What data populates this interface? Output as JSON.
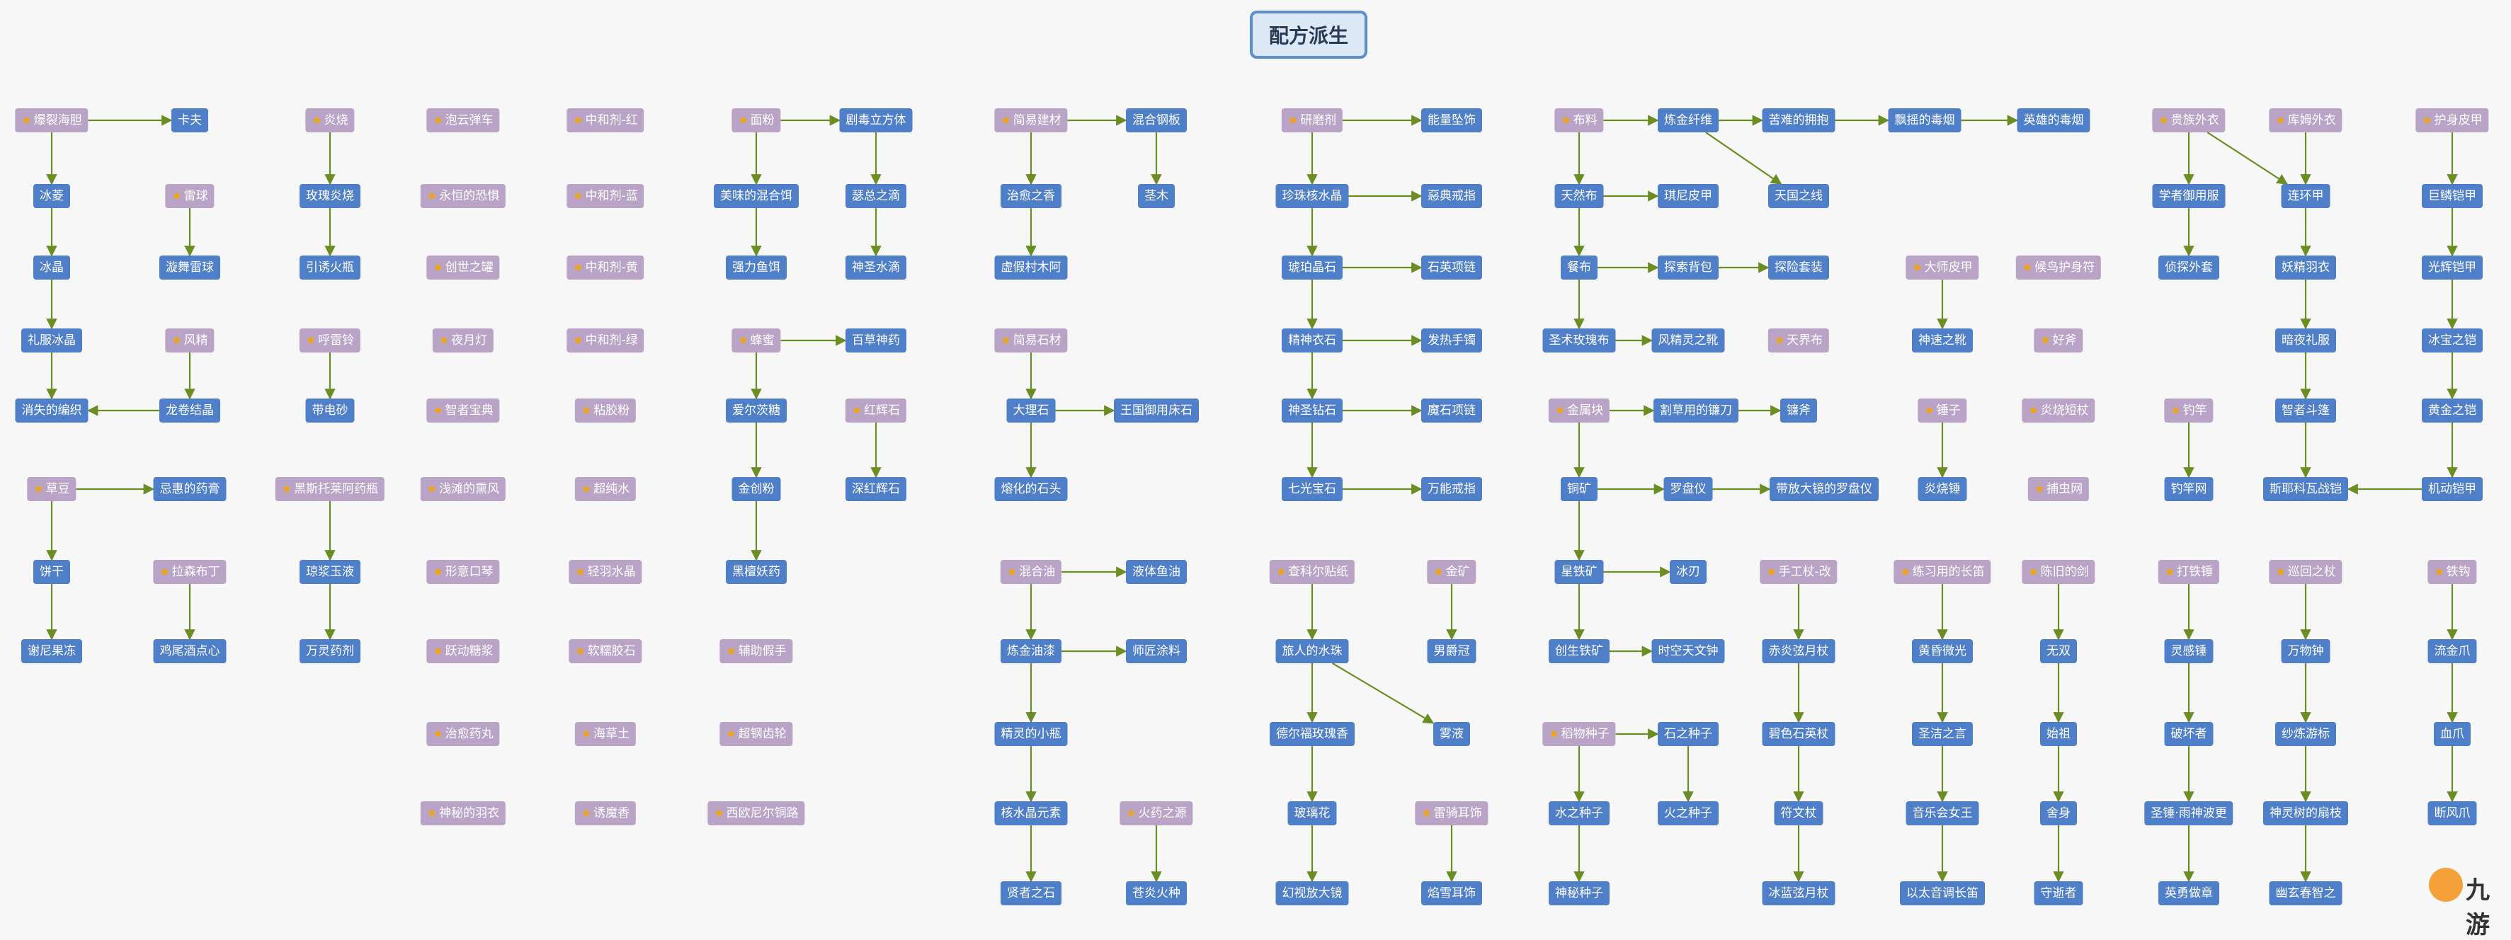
{
  "title": "配方派生",
  "colors": {
    "primary": "#4f7fc8",
    "secondary": "#b9a3c6",
    "edge": "#6b8e23",
    "star": "#f5a400"
  },
  "watermark": {
    "text": "九游",
    "icon": "nine-game-logo-icon"
  },
  "nodes": [
    {
      "id": "n1",
      "label": "爆裂海胆",
      "type": "p",
      "star": true
    },
    {
      "id": "n2",
      "label": "卡夫",
      "type": "b"
    },
    {
      "id": "n3",
      "label": "冰菱",
      "type": "b"
    },
    {
      "id": "n4",
      "label": "冰晶",
      "type": "b"
    },
    {
      "id": "n5",
      "label": "礼服冰晶",
      "type": "b"
    },
    {
      "id": "n6",
      "label": "消失的编织",
      "type": "b"
    },
    {
      "id": "n7",
      "label": "雷球",
      "type": "p",
      "star": true
    },
    {
      "id": "n8",
      "label": "漩舞雷球",
      "type": "b"
    },
    {
      "id": "n9",
      "label": "风精",
      "type": "p",
      "star": true
    },
    {
      "id": "n10",
      "label": "龙卷结晶",
      "type": "b"
    },
    {
      "id": "n11",
      "label": "草豆",
      "type": "p",
      "star": true
    },
    {
      "id": "n12",
      "label": "忌惠的药膏",
      "type": "b"
    },
    {
      "id": "n13",
      "label": "饼干",
      "type": "b"
    },
    {
      "id": "n14",
      "label": "谢尼果冻",
      "type": "b"
    },
    {
      "id": "n15",
      "label": "拉森布丁",
      "type": "p",
      "star": true
    },
    {
      "id": "n16",
      "label": "鸡尾酒点心",
      "type": "b"
    },
    {
      "id": "n17",
      "label": "炎烧",
      "type": "p",
      "star": true
    },
    {
      "id": "n18",
      "label": "玫瑰炎烧",
      "type": "b"
    },
    {
      "id": "n19",
      "label": "引诱火瓶",
      "type": "b"
    },
    {
      "id": "n20",
      "label": "呼雷铃",
      "type": "p",
      "star": true
    },
    {
      "id": "n21",
      "label": "带电砂",
      "type": "b"
    },
    {
      "id": "n22",
      "label": "黑斯托莱阿药瓶",
      "type": "p",
      "star": true
    },
    {
      "id": "n23",
      "label": "琼浆玉液",
      "type": "b"
    },
    {
      "id": "n24",
      "label": "万灵药剂",
      "type": "b"
    },
    {
      "id": "n25",
      "label": "泡云弹车",
      "type": "p",
      "star": true
    },
    {
      "id": "n26",
      "label": "永恒的恐惧",
      "type": "p",
      "star": true
    },
    {
      "id": "n27",
      "label": "创世之罐",
      "type": "p",
      "star": true
    },
    {
      "id": "n28",
      "label": "夜月灯",
      "type": "p",
      "star": true
    },
    {
      "id": "n29",
      "label": "智者宝典",
      "type": "p",
      "star": true
    },
    {
      "id": "n30",
      "label": "浅滩的熏风",
      "type": "p",
      "star": true
    },
    {
      "id": "n31",
      "label": "形意口琴",
      "type": "p",
      "star": true
    },
    {
      "id": "n32",
      "label": "跃动糖浆",
      "type": "p",
      "star": true
    },
    {
      "id": "n33",
      "label": "治愈药丸",
      "type": "p",
      "star": true
    },
    {
      "id": "n34",
      "label": "神秘的羽衣",
      "type": "p",
      "star": true
    },
    {
      "id": "n35",
      "label": "中和剂-红",
      "type": "p",
      "star": true
    },
    {
      "id": "n36",
      "label": "中和剂-蓝",
      "type": "p",
      "star": true
    },
    {
      "id": "n37",
      "label": "中和剂-黄",
      "type": "p",
      "star": true
    },
    {
      "id": "n38",
      "label": "中和剂-绿",
      "type": "p",
      "star": true
    },
    {
      "id": "n39",
      "label": "粘胶粉",
      "type": "p",
      "star": true
    },
    {
      "id": "n40",
      "label": "超纯水",
      "type": "p",
      "star": true
    },
    {
      "id": "n41",
      "label": "轻羽水晶",
      "type": "p",
      "star": true
    },
    {
      "id": "n42",
      "label": "软糯胶石",
      "type": "p",
      "star": true
    },
    {
      "id": "n43",
      "label": "海草土",
      "type": "p",
      "star": true
    },
    {
      "id": "n44",
      "label": "诱魔香",
      "type": "p",
      "star": true
    },
    {
      "id": "n45",
      "label": "面粉",
      "type": "p",
      "star": true
    },
    {
      "id": "n46",
      "label": "剧毒立方体",
      "type": "b"
    },
    {
      "id": "n47",
      "label": "美味的混合饵",
      "type": "b"
    },
    {
      "id": "n48",
      "label": "强力鱼饵",
      "type": "b"
    },
    {
      "id": "n49",
      "label": "瑟总之滴",
      "type": "b"
    },
    {
      "id": "n50",
      "label": "神圣水滴",
      "type": "b"
    },
    {
      "id": "n51",
      "label": "蜂蜜",
      "type": "p",
      "star": true
    },
    {
      "id": "n52",
      "label": "百草神药",
      "type": "b"
    },
    {
      "id": "n53",
      "label": "爱尔茨糖",
      "type": "b"
    },
    {
      "id": "n54",
      "label": "金创粉",
      "type": "b"
    },
    {
      "id": "n55",
      "label": "黑檀妖药",
      "type": "b"
    },
    {
      "id": "n56",
      "label": "红辉石",
      "type": "p",
      "star": true
    },
    {
      "id": "n57",
      "label": "深红辉石",
      "type": "b"
    },
    {
      "id": "n58",
      "label": "辅助假手",
      "type": "p",
      "star": true
    },
    {
      "id": "n59",
      "label": "超钢齿轮",
      "type": "p",
      "star": true
    },
    {
      "id": "n60",
      "label": "西欧尼尔铜路",
      "type": "p",
      "star": true
    },
    {
      "id": "n61",
      "label": "简易建材",
      "type": "p",
      "star": true
    },
    {
      "id": "n62",
      "label": "混合钢板",
      "type": "b"
    },
    {
      "id": "n63",
      "label": "治愈之香",
      "type": "b"
    },
    {
      "id": "n64",
      "label": "虚假村木阿",
      "type": "b"
    },
    {
      "id": "n65",
      "label": "茎木",
      "type": "b"
    },
    {
      "id": "n66",
      "label": "简易石材",
      "type": "p",
      "star": true
    },
    {
      "id": "n67",
      "label": "大理石",
      "type": "b"
    },
    {
      "id": "n68",
      "label": "王国御用床石",
      "type": "b"
    },
    {
      "id": "n69",
      "label": "熔化的石头",
      "type": "b"
    },
    {
      "id": "n70",
      "label": "混合油",
      "type": "p",
      "star": true
    },
    {
      "id": "n71",
      "label": "液体鱼油",
      "type": "b"
    },
    {
      "id": "n72",
      "label": "炼金油漆",
      "type": "b"
    },
    {
      "id": "n73",
      "label": "师匠涂料",
      "type": "b"
    },
    {
      "id": "n74",
      "label": "精灵的小瓶",
      "type": "b"
    },
    {
      "id": "n75",
      "label": "核水晶元素",
      "type": "b"
    },
    {
      "id": "n76",
      "label": "贤者之石",
      "type": "b"
    },
    {
      "id": "n77",
      "label": "火药之源",
      "type": "p",
      "star": true
    },
    {
      "id": "n78",
      "label": "苍炎火种",
      "type": "b"
    },
    {
      "id": "n79",
      "label": "研磨剂",
      "type": "p",
      "star": true
    },
    {
      "id": "n80",
      "label": "能量坠饰",
      "type": "b"
    },
    {
      "id": "n81",
      "label": "珍珠核水晶",
      "type": "b"
    },
    {
      "id": "n82",
      "label": "惡典戒指",
      "type": "b"
    },
    {
      "id": "n83",
      "label": "琥珀晶石",
      "type": "b"
    },
    {
      "id": "n84",
      "label": "石英项链",
      "type": "b"
    },
    {
      "id": "n85",
      "label": "精神衣石",
      "type": "b"
    },
    {
      "id": "n86",
      "label": "发热手镯",
      "type": "b"
    },
    {
      "id": "n87",
      "label": "神圣钻石",
      "type": "b"
    },
    {
      "id": "n88",
      "label": "魔石项链",
      "type": "b"
    },
    {
      "id": "n89",
      "label": "七光宝石",
      "type": "b"
    },
    {
      "id": "n90",
      "label": "万能戒指",
      "type": "b"
    },
    {
      "id": "n91",
      "label": "查科尔贴纸",
      "type": "p",
      "star": true
    },
    {
      "id": "n92",
      "label": "旅人的水珠",
      "type": "b"
    },
    {
      "id": "n93",
      "label": "德尔福玫瑰香",
      "type": "b"
    },
    {
      "id": "n94",
      "label": "玻璃花",
      "type": "b"
    },
    {
      "id": "n95",
      "label": "幻视放大镜",
      "type": "b"
    },
    {
      "id": "n96",
      "label": "金矿",
      "type": "p",
      "star": true
    },
    {
      "id": "n97",
      "label": "男爵冠",
      "type": "b"
    },
    {
      "id": "n98",
      "label": "雾液",
      "type": "b"
    },
    {
      "id": "n99",
      "label": "雷骑耳饰",
      "type": "p",
      "star": true
    },
    {
      "id": "n100",
      "label": "焰雪耳饰",
      "type": "b"
    },
    {
      "id": "n101",
      "label": "布料",
      "type": "p",
      "star": true
    },
    {
      "id": "n102",
      "label": "炼金纤维",
      "type": "b"
    },
    {
      "id": "n103",
      "label": "苦难的拥抱",
      "type": "b"
    },
    {
      "id": "n104",
      "label": "飘摇的毒烟",
      "type": "b"
    },
    {
      "id": "n105",
      "label": "英雄的毒烟",
      "type": "b"
    },
    {
      "id": "n106",
      "label": "天然布",
      "type": "b"
    },
    {
      "id": "n107",
      "label": "琪尼皮甲",
      "type": "b"
    },
    {
      "id": "n108",
      "label": "天国之线",
      "type": "b"
    },
    {
      "id": "n109",
      "label": "餐布",
      "type": "b"
    },
    {
      "id": "n110",
      "label": "探索背包",
      "type": "b"
    },
    {
      "id": "n111",
      "label": "探险套装",
      "type": "b"
    },
    {
      "id": "n112",
      "label": "圣术玫瑰布",
      "type": "b"
    },
    {
      "id": "n113",
      "label": "风精灵之靴",
      "type": "b"
    },
    {
      "id": "n114",
      "label": "天界布",
      "type": "p",
      "star": true
    },
    {
      "id": "n115",
      "label": "金属块",
      "type": "p",
      "star": true
    },
    {
      "id": "n116",
      "label": "割草用的镰刀",
      "type": "b"
    },
    {
      "id": "n117",
      "label": "镰斧",
      "type": "b"
    },
    {
      "id": "n118",
      "label": "铜矿",
      "type": "b"
    },
    {
      "id": "n119",
      "label": "罗盘仪",
      "type": "b"
    },
    {
      "id": "n120",
      "label": "带放大镜的罗盘仪",
      "type": "b"
    },
    {
      "id": "n121",
      "label": "星铁矿",
      "type": "b"
    },
    {
      "id": "n122",
      "label": "冰刃",
      "type": "b"
    },
    {
      "id": "n123",
      "label": "创生铁矿",
      "type": "b"
    },
    {
      "id": "n124",
      "label": "时空天文钟",
      "type": "b"
    },
    {
      "id": "n125",
      "label": "稻物种子",
      "type": "p",
      "star": true
    },
    {
      "id": "n126",
      "label": "石之种子",
      "type": "b"
    },
    {
      "id": "n127",
      "label": "水之种子",
      "type": "b"
    },
    {
      "id": "n128",
      "label": "火之种子",
      "type": "b"
    },
    {
      "id": "n129",
      "label": "神秘种子",
      "type": "b"
    },
    {
      "id": "n130",
      "label": "手工杖-改",
      "type": "p",
      "star": true
    },
    {
      "id": "n131",
      "label": "赤炎弦月杖",
      "type": "b"
    },
    {
      "id": "n132",
      "label": "碧色石英杖",
      "type": "b"
    },
    {
      "id": "n133",
      "label": "符文杖",
      "type": "b"
    },
    {
      "id": "n134",
      "label": "冰蓝弦月杖",
      "type": "b"
    },
    {
      "id": "n135",
      "label": "大师皮甲",
      "type": "p",
      "star": true
    },
    {
      "id": "n136",
      "label": "神速之靴",
      "type": "b"
    },
    {
      "id": "n137",
      "label": "锤子",
      "type": "p",
      "star": true
    },
    {
      "id": "n138",
      "label": "炎烧锤",
      "type": "b"
    },
    {
      "id": "n139",
      "label": "练习用的长笛",
      "type": "p",
      "star": true
    },
    {
      "id": "n140",
      "label": "黄昏微光",
      "type": "b"
    },
    {
      "id": "n141",
      "label": "圣洁之言",
      "type": "b"
    },
    {
      "id": "n142",
      "label": "音乐会女王",
      "type": "b"
    },
    {
      "id": "n143",
      "label": "以太音调长笛",
      "type": "b"
    },
    {
      "id": "n144",
      "label": "候鸟护身符",
      "type": "p",
      "star": true
    },
    {
      "id": "n145",
      "label": "好斧",
      "type": "p",
      "star": true
    },
    {
      "id": "n146",
      "label": "炎烧短杖",
      "type": "p",
      "star": true
    },
    {
      "id": "n147",
      "label": "捕虫网",
      "type": "p",
      "star": true
    },
    {
      "id": "n148",
      "label": "陈旧的剑",
      "type": "p",
      "star": true
    },
    {
      "id": "n149",
      "label": "无双",
      "type": "b"
    },
    {
      "id": "n150",
      "label": "始祖",
      "type": "b"
    },
    {
      "id": "n151",
      "label": "舍身",
      "type": "b"
    },
    {
      "id": "n152",
      "label": "守逝者",
      "type": "b"
    },
    {
      "id": "n153",
      "label": "贵族外衣",
      "type": "p",
      "star": true
    },
    {
      "id": "n154",
      "label": "学者御用服",
      "type": "b"
    },
    {
      "id": "n155",
      "label": "侦探外套",
      "type": "b"
    },
    {
      "id": "n156",
      "label": "钓竿",
      "type": "p",
      "star": true
    },
    {
      "id": "n157",
      "label": "钓竿网",
      "type": "b"
    },
    {
      "id": "n158",
      "label": "打铁锤",
      "type": "p",
      "star": true
    },
    {
      "id": "n159",
      "label": "灵感锤",
      "type": "b"
    },
    {
      "id": "n160",
      "label": "破坏者",
      "type": "b"
    },
    {
      "id": "n161",
      "label": "圣锤·雨神波更",
      "type": "b"
    },
    {
      "id": "n162",
      "label": "英勇做章",
      "type": "b"
    },
    {
      "id": "n163",
      "label": "库姆外衣",
      "type": "p",
      "star": true
    },
    {
      "id": "n164",
      "label": "连环甲",
      "type": "b"
    },
    {
      "id": "n165",
      "label": "妖精羽衣",
      "type": "b"
    },
    {
      "id": "n166",
      "label": "暗夜礼服",
      "type": "b"
    },
    {
      "id": "n167",
      "label": "智者斗篷",
      "type": "b"
    },
    {
      "id": "n168",
      "label": "斯耶科瓦战铠",
      "type": "b"
    },
    {
      "id": "n169",
      "label": "巡回之杖",
      "type": "p",
      "star": true
    },
    {
      "id": "n170",
      "label": "万物钟",
      "type": "b"
    },
    {
      "id": "n171",
      "label": "纱炼游标",
      "type": "b"
    },
    {
      "id": "n172",
      "label": "神灵树的扇枝",
      "type": "b"
    },
    {
      "id": "n173",
      "label": "幽玄春智之",
      "type": "b"
    },
    {
      "id": "n174",
      "label": "护身皮甲",
      "type": "p",
      "star": true
    },
    {
      "id": "n175",
      "label": "巨鳞铠甲",
      "type": "b"
    },
    {
      "id": "n176",
      "label": "光辉铠甲",
      "type": "b"
    },
    {
      "id": "n177",
      "label": "冰宝之铠",
      "type": "b"
    },
    {
      "id": "n178",
      "label": "黄金之铠",
      "type": "b"
    },
    {
      "id": "n179",
      "label": "机动铠甲",
      "type": "b"
    },
    {
      "id": "n180",
      "label": "铁钩",
      "type": "p",
      "star": true
    },
    {
      "id": "n181",
      "label": "流金爪",
      "type": "b"
    },
    {
      "id": "n182",
      "label": "血爪",
      "type": "b"
    },
    {
      "id": "n183",
      "label": "断风爪",
      "type": "b"
    }
  ],
  "edges": [
    [
      "n1",
      "n2"
    ],
    [
      "n1",
      "n3"
    ],
    [
      "n3",
      "n4"
    ],
    [
      "n4",
      "n5"
    ],
    [
      "n5",
      "n6"
    ],
    [
      "n7",
      "n8"
    ],
    [
      "n9",
      "n10"
    ],
    [
      "n10",
      "n6"
    ],
    [
      "n11",
      "n12"
    ],
    [
      "n11",
      "n13"
    ],
    [
      "n13",
      "n14"
    ],
    [
      "n15",
      "n16"
    ],
    [
      "n17",
      "n18"
    ],
    [
      "n18",
      "n19"
    ],
    [
      "n20",
      "n21"
    ],
    [
      "n22",
      "n23"
    ],
    [
      "n23",
      "n24"
    ],
    [
      "n45",
      "n46"
    ],
    [
      "n45",
      "n47"
    ],
    [
      "n47",
      "n48"
    ],
    [
      "n46",
      "n49"
    ],
    [
      "n49",
      "n50"
    ],
    [
      "n51",
      "n52"
    ],
    [
      "n51",
      "n53"
    ],
    [
      "n53",
      "n54"
    ],
    [
      "n54",
      "n55"
    ],
    [
      "n56",
      "n57"
    ],
    [
      "n61",
      "n62"
    ],
    [
      "n61",
      "n63"
    ],
    [
      "n63",
      "n64"
    ],
    [
      "n62",
      "n65"
    ],
    [
      "n66",
      "n67"
    ],
    [
      "n67",
      "n68"
    ],
    [
      "n67",
      "n69"
    ],
    [
      "n70",
      "n71"
    ],
    [
      "n70",
      "n72"
    ],
    [
      "n72",
      "n73"
    ],
    [
      "n72",
      "n74"
    ],
    [
      "n74",
      "n75"
    ],
    [
      "n75",
      "n76"
    ],
    [
      "n77",
      "n78"
    ],
    [
      "n79",
      "n80"
    ],
    [
      "n79",
      "n81"
    ],
    [
      "n81",
      "n82"
    ],
    [
      "n81",
      "n83"
    ],
    [
      "n83",
      "n84"
    ],
    [
      "n83",
      "n85"
    ],
    [
      "n85",
      "n86"
    ],
    [
      "n85",
      "n87"
    ],
    [
      "n87",
      "n88"
    ],
    [
      "n87",
      "n89"
    ],
    [
      "n89",
      "n90"
    ],
    [
      "n91",
      "n92"
    ],
    [
      "n92",
      "n93"
    ],
    [
      "n92",
      "n98"
    ],
    [
      "n93",
      "n94"
    ],
    [
      "n94",
      "n95"
    ],
    [
      "n96",
      "n97"
    ],
    [
      "n99",
      "n100"
    ],
    [
      "n101",
      "n102"
    ],
    [
      "n102",
      "n103"
    ],
    [
      "n103",
      "n104"
    ],
    [
      "n104",
      "n105"
    ],
    [
      "n102",
      "n108"
    ],
    [
      "n101",
      "n106"
    ],
    [
      "n106",
      "n107"
    ],
    [
      "n106",
      "n109"
    ],
    [
      "n109",
      "n110"
    ],
    [
      "n110",
      "n111"
    ],
    [
      "n109",
      "n112"
    ],
    [
      "n112",
      "n113"
    ],
    [
      "n115",
      "n116"
    ],
    [
      "n116",
      "n117"
    ],
    [
      "n115",
      "n118"
    ],
    [
      "n118",
      "n119"
    ],
    [
      "n119",
      "n120"
    ],
    [
      "n118",
      "n121"
    ],
    [
      "n121",
      "n122"
    ],
    [
      "n121",
      "n123"
    ],
    [
      "n123",
      "n124"
    ],
    [
      "n125",
      "n126"
    ],
    [
      "n125",
      "n127"
    ],
    [
      "n127",
      "n129"
    ],
    [
      "n126",
      "n128"
    ],
    [
      "n130",
      "n131"
    ],
    [
      "n131",
      "n132"
    ],
    [
      "n132",
      "n133"
    ],
    [
      "n133",
      "n134"
    ],
    [
      "n135",
      "n136"
    ],
    [
      "n137",
      "n138"
    ],
    [
      "n139",
      "n140"
    ],
    [
      "n140",
      "n141"
    ],
    [
      "n141",
      "n142"
    ],
    [
      "n142",
      "n143"
    ],
    [
      "n148",
      "n149"
    ],
    [
      "n149",
      "n150"
    ],
    [
      "n150",
      "n151"
    ],
    [
      "n151",
      "n152"
    ],
    [
      "n153",
      "n154"
    ],
    [
      "n153",
      "n164"
    ],
    [
      "n154",
      "n155"
    ],
    [
      "n156",
      "n157"
    ],
    [
      "n158",
      "n159"
    ],
    [
      "n159",
      "n160"
    ],
    [
      "n160",
      "n161"
    ],
    [
      "n161",
      "n162"
    ],
    [
      "n163",
      "n164"
    ],
    [
      "n164",
      "n165"
    ],
    [
      "n165",
      "n166"
    ],
    [
      "n166",
      "n167"
    ],
    [
      "n167",
      "n168"
    ],
    [
      "n169",
      "n170"
    ],
    [
      "n170",
      "n171"
    ],
    [
      "n171",
      "n172"
    ],
    [
      "n172",
      "n173"
    ],
    [
      "n174",
      "n175"
    ],
    [
      "n175",
      "n176"
    ],
    [
      "n176",
      "n177"
    ],
    [
      "n177",
      "n178"
    ],
    [
      "n178",
      "n179"
    ],
    [
      "n179",
      "n168"
    ],
    [
      "n180",
      "n181"
    ],
    [
      "n181",
      "n182"
    ],
    [
      "n182",
      "n183"
    ]
  ]
}
